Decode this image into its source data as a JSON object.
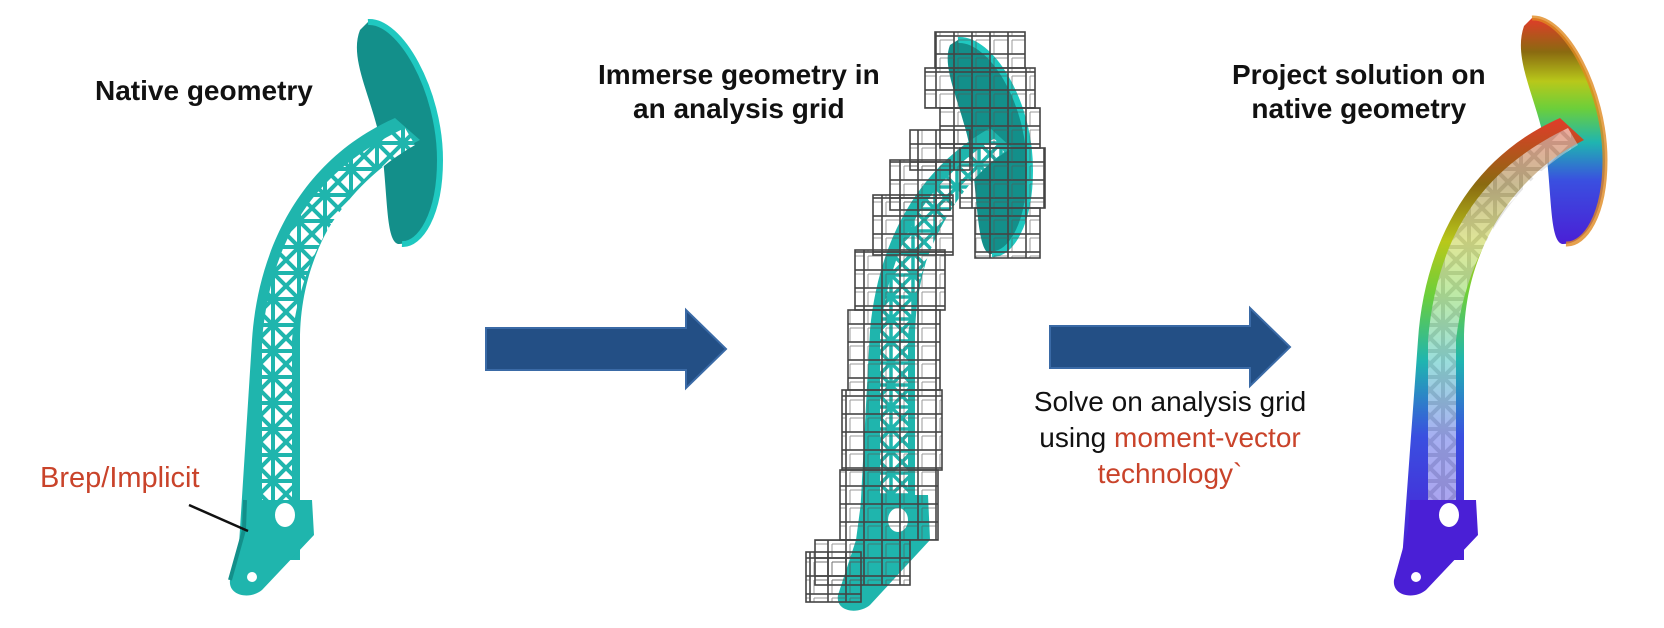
{
  "panels": [
    {
      "id": "native",
      "title_line1": "Native geometry",
      "title_line2": "",
      "annotation": "Brep/Implicit",
      "part_color": "#1fb5ad"
    },
    {
      "id": "immersed",
      "title_line1": "Immerse geometry in",
      "title_line2": "an analysis grid",
      "part_color": "#1fb5ad",
      "grid_color": "#444444"
    },
    {
      "id": "projected",
      "title_line1": "Project solution on",
      "title_line2": "native geometry",
      "gradient_colors": [
        "#4a1fd6",
        "#2a6fd8",
        "#1fb5b0",
        "#6ccf3a",
        "#c8c818",
        "#c87a1a",
        "#e23b2a"
      ]
    }
  ],
  "arrows": [
    {
      "id": "arrow-1",
      "color": "#234f85"
    },
    {
      "id": "arrow-2",
      "color": "#234f85"
    }
  ],
  "solve_caption": {
    "line1": "Solve on analysis grid",
    "line2_prefix": "using ",
    "line2_highlight": "moment-vector",
    "line3_highlight": "technology`"
  },
  "colors": {
    "accent_red": "#c9432a",
    "arrow_blue": "#234f85",
    "teal": "#1fb5ad",
    "text": "#111111"
  }
}
